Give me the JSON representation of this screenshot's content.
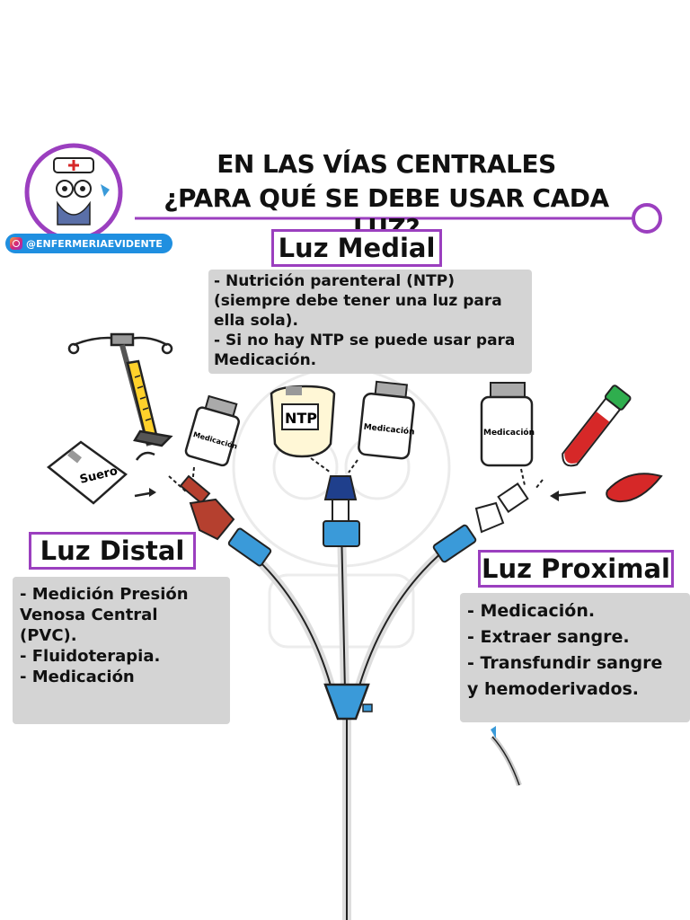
{
  "title": {
    "line1": "EN LAS VÍAS CENTRALES",
    "line2": "¿PARA QUÉ SE DEBE USAR CADA LUZ?"
  },
  "handle": "@ENFERMERIAEVIDENTE",
  "lumens": {
    "medial": {
      "title": "Luz Medial",
      "lines": [
        "- Nutrición parenteral (NTP)",
        "(siempre debe tener una luz para",
        "ella sola).",
        "- Si no hay NTP se puede usar para",
        "Medicación."
      ]
    },
    "distal": {
      "title": "Luz Distal",
      "lines": [
        "- Medición Presión",
        "Venosa Central",
        "(PVC).",
        "- Fluidoterapia.",
        "- Medicación"
      ]
    },
    "proximal": {
      "title": "Luz Proximal",
      "lines": [
        "- Medicación.",
        "- Extraer sangre.",
        "- Transfundir sangre",
        "y hemoderivados."
      ]
    }
  },
  "item_labels": {
    "suero": "Suero",
    "ntp": "NTP",
    "medicacion_left": "Medicación",
    "medicacion_center": "Medicación",
    "medicacion_right": "Medicación"
  },
  "colors": {
    "accent_purple": "#9b3fbf",
    "info_bg": "#d4d4d4",
    "handle_blue": "#1f8fe0",
    "distal_red": "#b5402f",
    "medial_navy": "#1f3f8c",
    "clamp_blue": "#3a9ad9"
  }
}
